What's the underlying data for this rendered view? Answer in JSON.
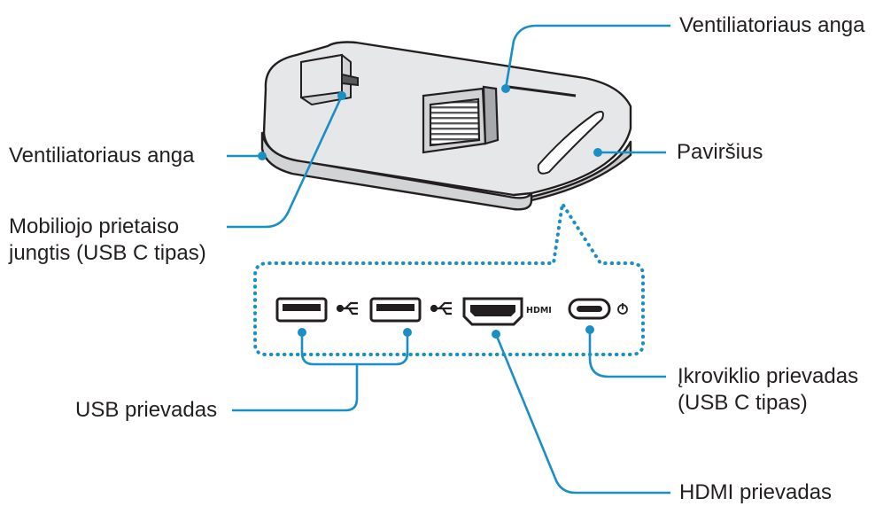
{
  "labels": {
    "fan_vent_top": "Ventiliatoriaus anga",
    "fan_vent_left": "Ventiliatoriaus anga",
    "surface": "Paviršius",
    "mobile_connector": [
      "Mobiliojo prietaiso",
      "jungtis (USB C tipas)"
    ],
    "charger_port": [
      "Įkroviklio prievadas",
      "(USB C tipas)"
    ],
    "usb_ports": "USB prievadas",
    "hdmi_port": "HDMI prievadas"
  },
  "port_icons": [
    "usb-icon",
    "usb-icon",
    "hdmi-icon",
    "power-icon"
  ],
  "icon_text": {
    "hdmi": "HDMI"
  },
  "colors": {
    "leader": "#1a8fc6",
    "outline": "#231f20",
    "body": "#e6e7e8",
    "shade": "#c7c8ca"
  }
}
